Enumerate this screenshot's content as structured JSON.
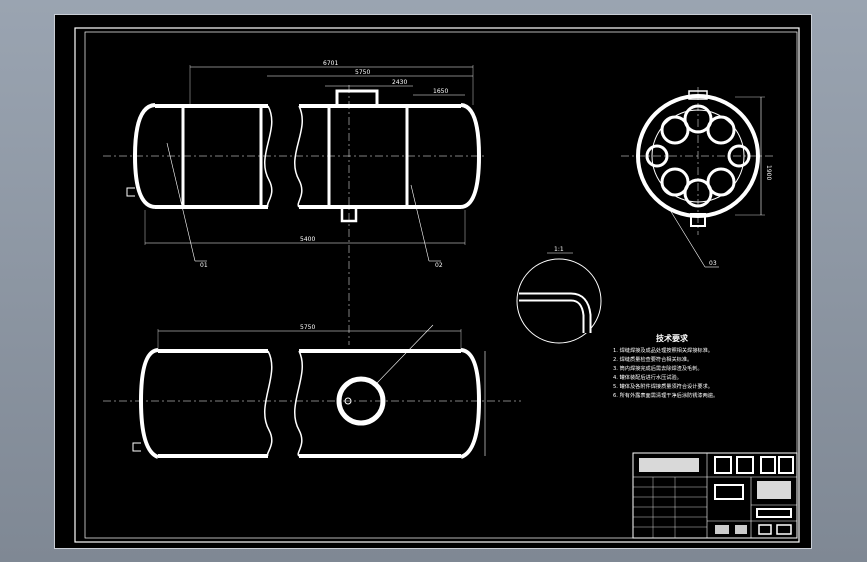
{
  "drawing": {
    "dims": {
      "top_overall": "6701",
      "top_second": "5750",
      "top_third": "2430",
      "top_fourth": "1650",
      "bottom_left": "5400",
      "plan_length": "5750",
      "end_view_height": "1900"
    },
    "leaders": {
      "front_left": "01",
      "front_right": "02",
      "end_view": "03"
    },
    "detail_scale": "1:1",
    "tech_requirements": {
      "title": "技术要求",
      "items": [
        "1. 焊缝焊接及成品处理按照相关焊接标准。",
        "2. 焊缝质量检查要符合相关标准。",
        "3. 筒内焊接完成后需去除焊渣及毛刺。",
        "4. 罐体装配后进行水压试验。",
        "5. 罐体及各附件焊接质量须符合设计要求。",
        "6. 所有外露表面需清理干净后涂防锈漆两遍。"
      ]
    }
  }
}
